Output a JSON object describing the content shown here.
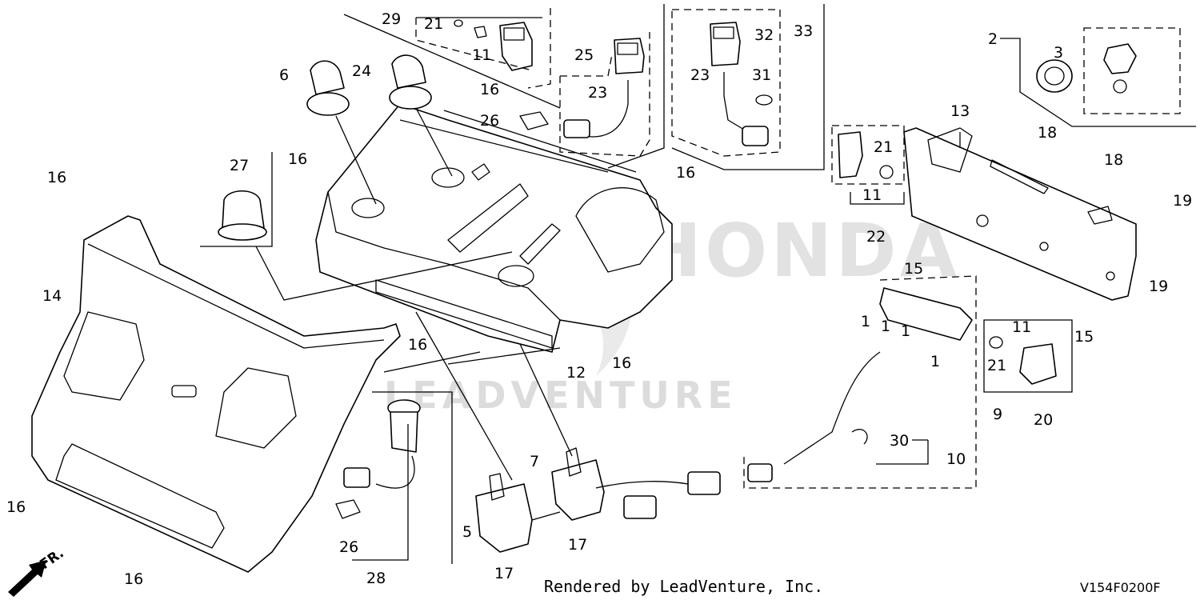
{
  "watermark": {
    "brand": "HONDA",
    "dealer": "LEADVENTURE"
  },
  "callouts": [
    "29",
    "21",
    "11",
    "6",
    "24",
    "16",
    "25",
    "23",
    "26",
    "32",
    "33",
    "23",
    "31",
    "2",
    "3",
    "13",
    "18",
    "18",
    "19",
    "27",
    "16",
    "16",
    "16",
    "21",
    "11",
    "22",
    "15",
    "19",
    "14",
    "12",
    "16",
    "1",
    "1",
    "1",
    "1",
    "15",
    "11",
    "21",
    "20",
    "9",
    "16",
    "28",
    "26",
    "7",
    "5",
    "17",
    "17",
    "30",
    "10",
    "16",
    "16"
  ],
  "footer": {
    "rendered_by": "Rendered by LeadVenture, Inc.",
    "diagram_code": "V154F0200F",
    "direction": "FR."
  }
}
